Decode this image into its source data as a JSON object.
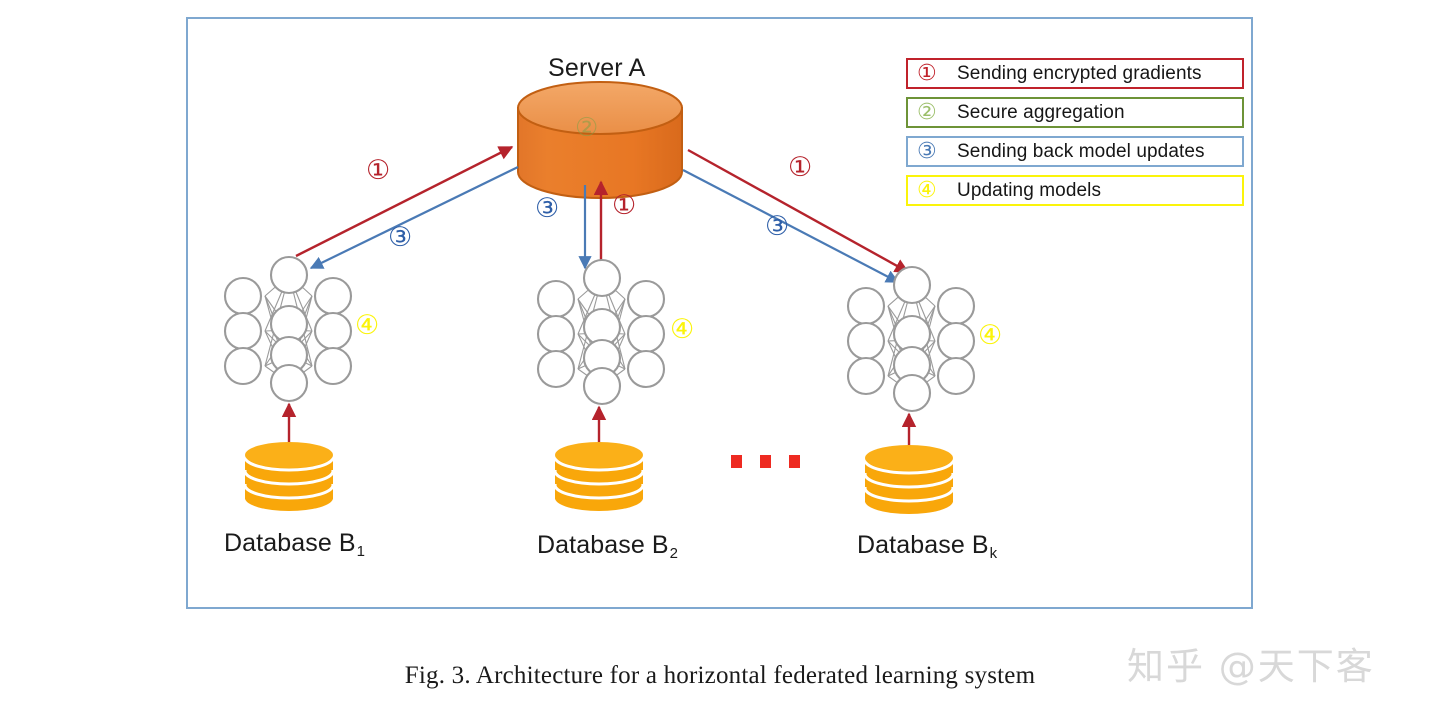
{
  "figure": {
    "caption": "Fig. 3.  Architecture for a horizontal federated learning system",
    "watermark": "知乎 @天下客",
    "frame_color": "#7fa8d0",
    "background": "#ffffff"
  },
  "server": {
    "title": "Server A",
    "interior_marker": "②",
    "body_color": "#e87724",
    "top_color": "#ef9a55",
    "stroke_color": "#c85f13"
  },
  "clients": [
    {
      "id": "client-1",
      "db_label_text": "Database B",
      "db_label_sub": "1",
      "update_marker": "④",
      "network_color": "#9a9a9a",
      "db_color": "#f9a70a"
    },
    {
      "id": "client-2",
      "db_label_text": "Database B",
      "db_label_sub": "2",
      "update_marker": "④",
      "network_color": "#9a9a9a",
      "db_color": "#f9a70a"
    },
    {
      "id": "client-k",
      "db_label_text": "Database B",
      "db_label_sub": "k",
      "update_marker": "④",
      "network_color": "#9a9a9a",
      "db_color": "#f9a70a"
    }
  ],
  "ellipsis": {
    "dot_count": 3,
    "color": "#ee2a21"
  },
  "arrow_markers": {
    "left_up_red": "①",
    "left_down_blue": "③",
    "center_up_red": "①",
    "center_down_blue": "③",
    "right_down_red": "①",
    "right_down_blue": "③"
  },
  "legend": {
    "items": [
      {
        "num": "①",
        "label": "Sending encrypted gradients",
        "border": "#c0222b",
        "num_color": "#c0222b"
      },
      {
        "num": "②",
        "label": "Secure aggregation",
        "border": "#6d9337",
        "num_color": "#9cbf6a"
      },
      {
        "num": "③",
        "label": "Sending back model updates",
        "border": "#7fa8d0",
        "num_color": "#4a7ab5"
      },
      {
        "num": "④",
        "label": "Updating models",
        "border": "#fbf40a",
        "num_color": "#fbf40a"
      }
    ]
  },
  "colors": {
    "red_arrow": "#b5232c",
    "blue_arrow": "#4a7ab5",
    "db_arrow": "#b5232c",
    "neural_node_stroke": "#9a9a9a"
  }
}
